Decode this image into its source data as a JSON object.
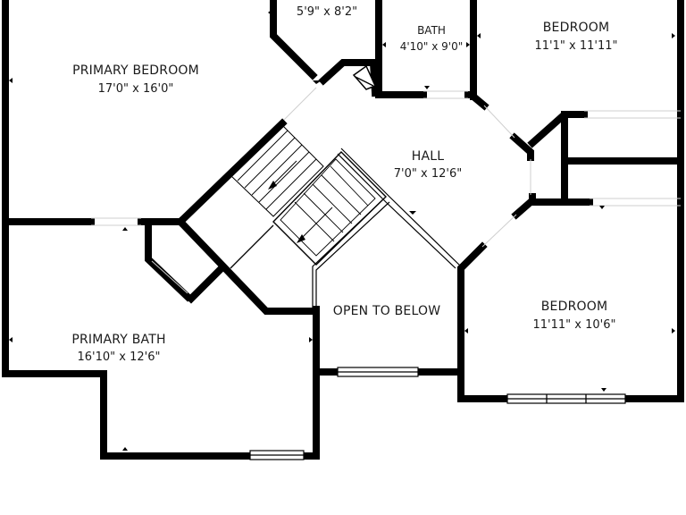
{
  "rooms": [
    {
      "id": "closet",
      "name": "",
      "dims": "5'9\" x 8'2\""
    },
    {
      "id": "bath",
      "name": "BATH",
      "dims": "4'10\" x 9'0\""
    },
    {
      "id": "bedroom-2",
      "name": "BEDROOM",
      "dims": "11'1\" x 11'11\""
    },
    {
      "id": "primary-bedroom",
      "name": "PRIMARY BEDROOM",
      "dims": "17'0\" x 16'0\""
    },
    {
      "id": "hall",
      "name": "HALL",
      "dims": "7'0\" x 12'6\""
    },
    {
      "id": "open-to-below",
      "name": "OPEN TO BELOW",
      "dims": ""
    },
    {
      "id": "bedroom-3",
      "name": "BEDROOM",
      "dims": "11'11\" x 10'6\""
    },
    {
      "id": "primary-bath",
      "name": "PRIMARY BATH",
      "dims": "16'10\" x 12'6\""
    }
  ]
}
